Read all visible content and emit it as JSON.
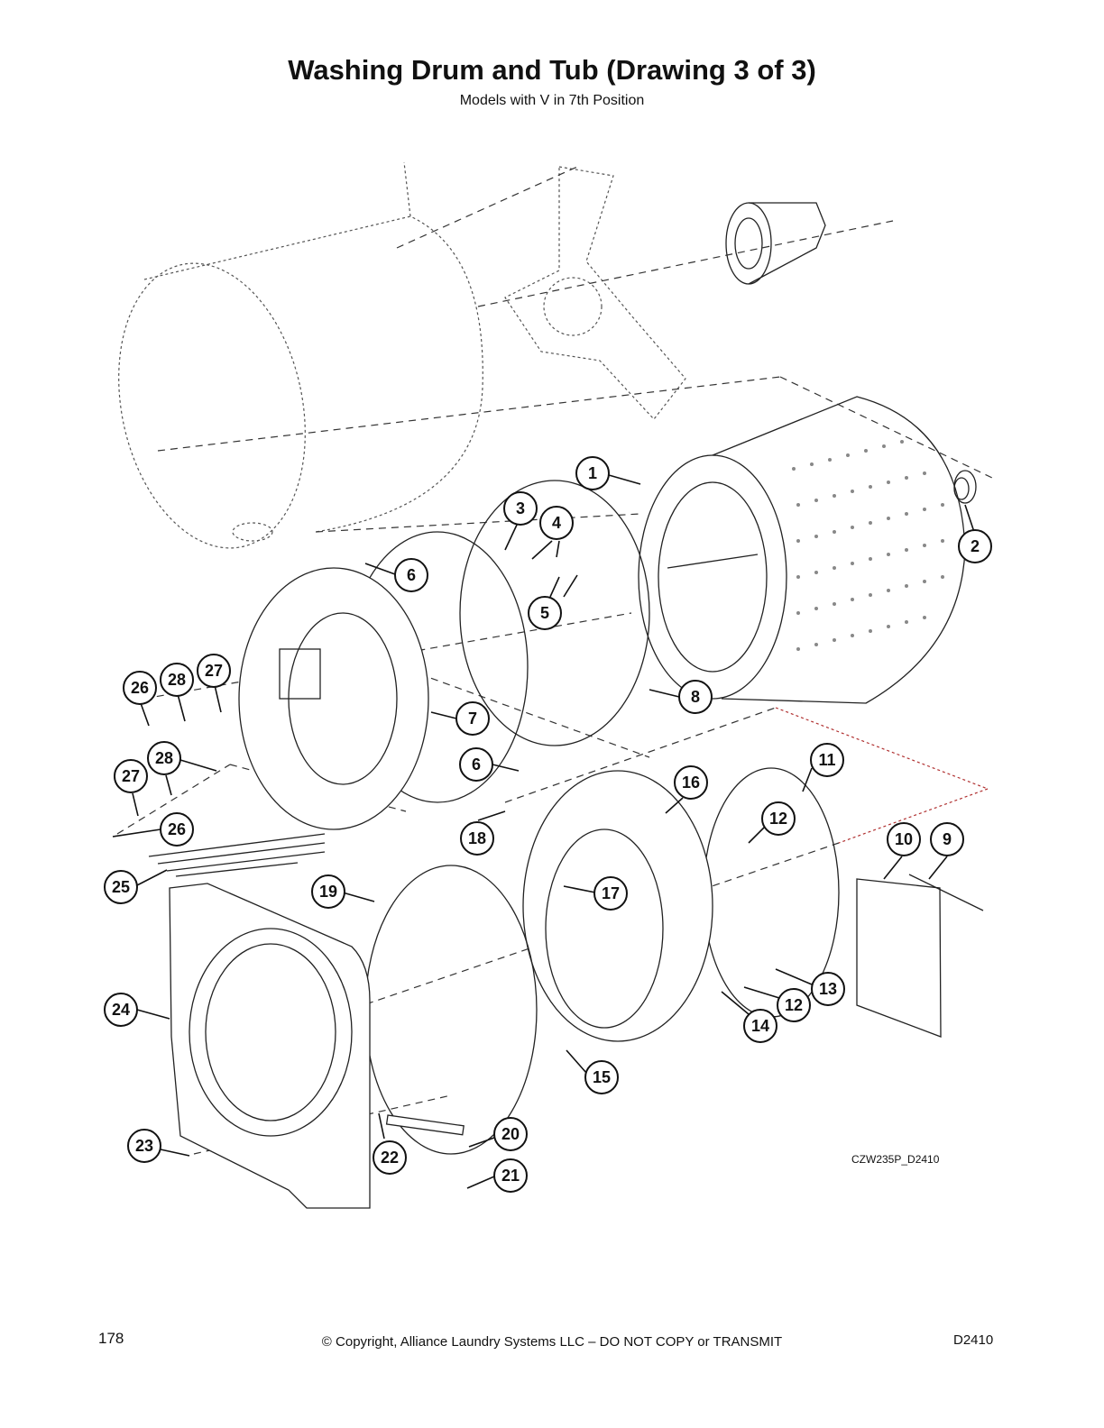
{
  "header": {
    "title": "Washing Drum and Tub (Drawing 3 of 3)",
    "subtitle": "Models with V in 7th Position"
  },
  "diagram": {
    "drawing_code": "CZW235P_D2410",
    "callouts": [
      "1",
      "2",
      "3",
      "4",
      "5",
      "6",
      "6",
      "7",
      "8",
      "9",
      "10",
      "11",
      "12",
      "12",
      "13",
      "14",
      "15",
      "16",
      "17",
      "18",
      "19",
      "20",
      "21",
      "22",
      "23",
      "24",
      "25",
      "26",
      "26",
      "27",
      "27",
      "28",
      "28"
    ]
  },
  "footer": {
    "page_number": "178",
    "copyright": "© Copyright, Alliance Laundry Systems LLC – DO NOT COPY or TRANSMIT",
    "doc_id": "D2410"
  },
  "colors": {
    "line": "#222222",
    "background": "#ffffff",
    "accent_dashed": "#b03030"
  }
}
